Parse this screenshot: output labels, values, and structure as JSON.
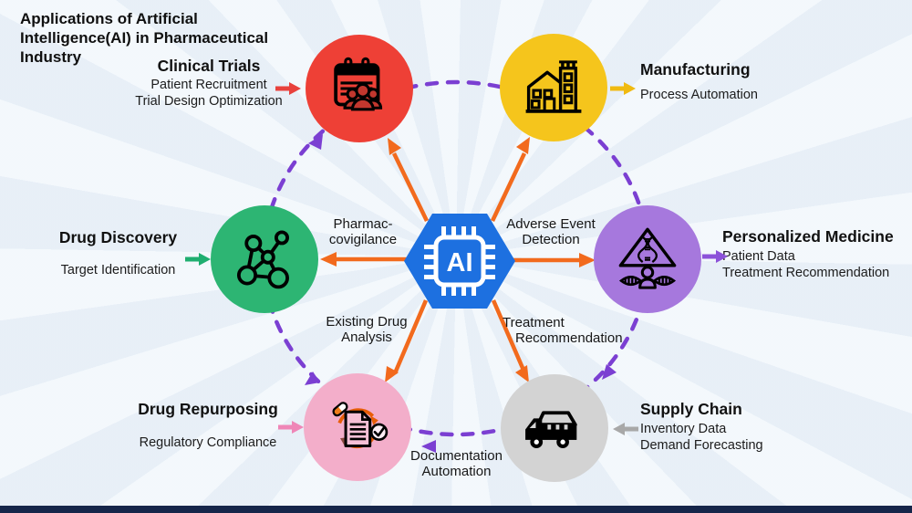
{
  "title": {
    "line1": "Applications of Artificial",
    "line2": "Intelligence(AI) in Pharmaceutical Industry"
  },
  "center": {
    "chip_label": "AI",
    "shape": "hexagon",
    "color": "#1d70e0"
  },
  "nodes": {
    "clinical_trials": {
      "title": "Clinical Trials",
      "sub1": "Patient Recruitment",
      "sub2": "Trial Design Optimization",
      "color": "#ee4036",
      "icon": "calendar-people-icon"
    },
    "manufacturing": {
      "title": "Manufacturing",
      "sub1": "Process Automation",
      "color": "#f5c51c",
      "icon": "factory-icon"
    },
    "personalized_medicine": {
      "title": "Personalized Medicine",
      "sub1": "Patient Data",
      "sub2": "Treatment Recommendation",
      "color": "#a678dd",
      "icon": "dna-patient-icon"
    },
    "supply_chain": {
      "title": "Supply Chain",
      "sub1": "Inventory Data",
      "sub2": "Demand Forecasting",
      "color": "#d3d3d3",
      "icon": "truck-icon"
    },
    "drug_repurposing": {
      "title": "Drug Repurposing",
      "sub1": "Regulatory Compliance",
      "color": "#f3aeca",
      "icon": "document-recycle-icon"
    },
    "drug_discovery": {
      "title": "Drug Discovery",
      "sub1": "Target Identification",
      "color": "#2db573",
      "icon": "molecule-icon"
    }
  },
  "spokes": {
    "pharmacovigilance": {
      "line1": "Pharmac-",
      "line2": "covigilance"
    },
    "adverse_event": {
      "line1": "Adverse Event",
      "line2": "Detection"
    },
    "existing_drug": {
      "line1": "Existing Drug",
      "line2": "Analysis"
    },
    "treatment_recommendation": {
      "line1": "Treatment",
      "line2": "Recommendation"
    },
    "documentation_automation": {
      "line1": "Documentation",
      "line2": "Automation"
    }
  },
  "colors": {
    "background": "#eaf1f8",
    "spoke_orange": "#f26a1d",
    "ring_purple": "#7b3fd2",
    "footer_navy": "#16264a"
  }
}
